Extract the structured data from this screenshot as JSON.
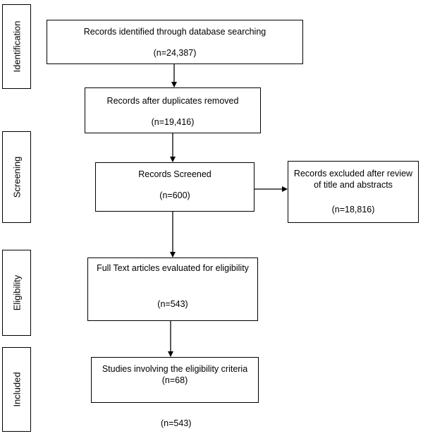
{
  "phases": {
    "identification": "Identification",
    "screening": "Screening",
    "eligibility": "Eligibility",
    "included": "Included"
  },
  "boxes": {
    "identified": {
      "title": "Records identified through database searching",
      "count": "(n=24,387)"
    },
    "duplicates_removed": {
      "title": "Records after duplicates removed",
      "count": "(n=19,416)"
    },
    "screened": {
      "title": "Records Screened",
      "count": "(n=600)"
    },
    "excluded": {
      "title": "Records excluded after review of title and abstracts",
      "count": "(n=18,816)"
    },
    "full_text": {
      "title": "Full Text articles evaluated for eligibility",
      "count": "(n=543)"
    },
    "included": {
      "title": "Studies involving the eligibility criteria",
      "count": "(n=68)"
    }
  },
  "footnote": "(n=543)"
}
